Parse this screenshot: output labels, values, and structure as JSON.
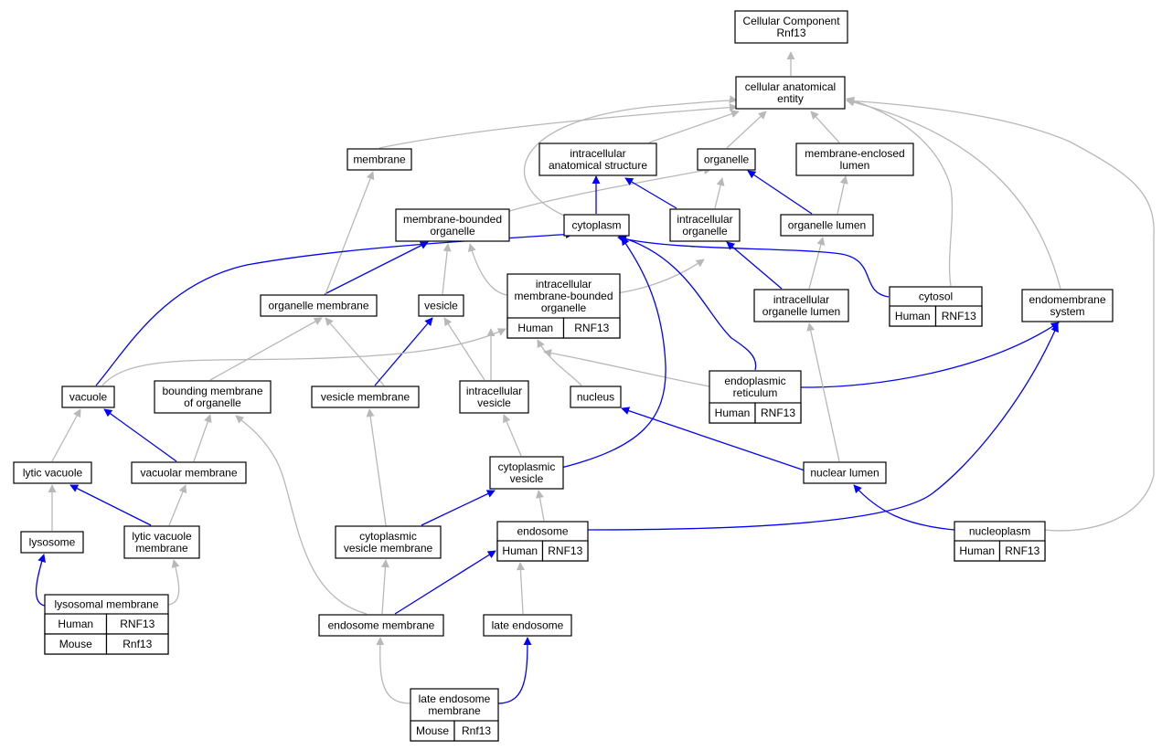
{
  "colors": {
    "is_a_edge": "#b8b8b8",
    "part_of_edge": "#0000ff",
    "human_cell": "#ff6347",
    "mouse_cell": "#add8e6",
    "node_border": "#000000"
  },
  "nodes": [
    {
      "id": "root",
      "lines": [
        "Cellular Component",
        "Rnf13"
      ]
    },
    {
      "id": "cae",
      "lines": [
        "cellular anatomical",
        "entity"
      ]
    },
    {
      "id": "membrane",
      "lines": [
        "membrane"
      ]
    },
    {
      "id": "ias",
      "lines": [
        "intracellular",
        "anatomical structure"
      ]
    },
    {
      "id": "organelle",
      "lines": [
        "organelle"
      ]
    },
    {
      "id": "mel",
      "lines": [
        "membrane-enclosed",
        "lumen"
      ]
    },
    {
      "id": "mbo",
      "lines": [
        "membrane-bounded",
        "organelle"
      ]
    },
    {
      "id": "cytoplasm",
      "lines": [
        "cytoplasm"
      ]
    },
    {
      "id": "io",
      "lines": [
        "intracellular",
        "organelle"
      ]
    },
    {
      "id": "ol",
      "lines": [
        "organelle lumen"
      ]
    },
    {
      "id": "om",
      "lines": [
        "organelle membrane"
      ]
    },
    {
      "id": "vesicle",
      "lines": [
        "vesicle"
      ]
    },
    {
      "id": "imbo",
      "lines": [
        "intracellular",
        "membrane-bounded",
        "organelle"
      ],
      "annotations": [
        [
          "Human",
          "RNF13"
        ]
      ]
    },
    {
      "id": "iol",
      "lines": [
        "intracellular",
        "organelle lumen"
      ]
    },
    {
      "id": "cytosol",
      "lines": [
        "cytosol"
      ],
      "annotations": [
        [
          "Human",
          "RNF13"
        ]
      ]
    },
    {
      "id": "ems",
      "lines": [
        "endomembrane",
        "system"
      ]
    },
    {
      "id": "vacuole",
      "lines": [
        "vacuole"
      ]
    },
    {
      "id": "bmo",
      "lines": [
        "bounding membrane",
        "of organelle"
      ]
    },
    {
      "id": "vm",
      "lines": [
        "vesicle membrane"
      ]
    },
    {
      "id": "iv",
      "lines": [
        "intracellular",
        "vesicle"
      ]
    },
    {
      "id": "nucleus",
      "lines": [
        "nucleus"
      ]
    },
    {
      "id": "er",
      "lines": [
        "endoplasmic",
        "reticulum"
      ],
      "annotations": [
        [
          "Human",
          "RNF13"
        ]
      ]
    },
    {
      "id": "lv",
      "lines": [
        "lytic vacuole"
      ]
    },
    {
      "id": "vacm",
      "lines": [
        "vacuolar membrane"
      ]
    },
    {
      "id": "cv",
      "lines": [
        "cytoplasmic",
        "vesicle"
      ]
    },
    {
      "id": "nl",
      "lines": [
        "nuclear lumen"
      ]
    },
    {
      "id": "lysosome",
      "lines": [
        "lysosome"
      ]
    },
    {
      "id": "lvm",
      "lines": [
        "lytic vacuole",
        "membrane"
      ]
    },
    {
      "id": "cvm",
      "lines": [
        "cytoplasmic",
        "vesicle membrane"
      ]
    },
    {
      "id": "endosome",
      "lines": [
        "endosome"
      ],
      "annotations": [
        [
          "Human",
          "RNF13"
        ]
      ]
    },
    {
      "id": "nucleoplasm",
      "lines": [
        "nucleoplasm"
      ],
      "annotations": [
        [
          "Human",
          "RNF13"
        ]
      ]
    },
    {
      "id": "lm",
      "lines": [
        "lysosomal membrane"
      ],
      "annotations": [
        [
          "Human",
          "RNF13"
        ],
        [
          "Mouse",
          "Rnf13"
        ]
      ]
    },
    {
      "id": "em",
      "lines": [
        "endosome membrane"
      ]
    },
    {
      "id": "le",
      "lines": [
        "late endosome"
      ]
    },
    {
      "id": "lem",
      "lines": [
        "late endosome",
        "membrane"
      ],
      "annotations": [
        [
          "Mouse",
          "Rnf13"
        ]
      ]
    }
  ]
}
